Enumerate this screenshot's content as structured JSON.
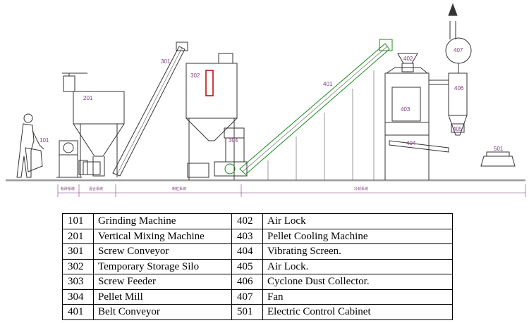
{
  "diagram": {
    "labels": [
      "101",
      "201",
      "301",
      "302",
      "304",
      "401",
      "402",
      "403",
      "404",
      "405",
      "406",
      "407",
      "501"
    ],
    "section_labels": [
      "粉碎系统",
      "混合系统",
      "制粒系统",
      "冷却系统"
    ]
  },
  "legend": {
    "rows": [
      {
        "left_code": "101",
        "left_name": "Grinding Machine",
        "right_code": "402",
        "right_name": "Air Lock"
      },
      {
        "left_code": "201",
        "left_name": "Vertical Mixing Machine",
        "right_code": "403",
        "right_name": "Pellet Cooling Machine"
      },
      {
        "left_code": "301",
        "left_name": "Screw Conveyor",
        "right_code": "404",
        "right_name": "Vibrating Screen."
      },
      {
        "left_code": "302",
        "left_name": "Temporary Storage Silo",
        "right_code": "405",
        "right_name": "Air Lock."
      },
      {
        "left_code": "303",
        "left_name": "Screw Feeder",
        "right_code": "406",
        "right_name": "Cyclone Dust Collector."
      },
      {
        "left_code": "304",
        "left_name": "Pellet Mill",
        "right_code": "407",
        "right_name": "Fan"
      },
      {
        "left_code": "401",
        "left_name": "Belt Conveyor",
        "right_code": "501",
        "right_name": "Electric Control Cabinet"
      }
    ]
  }
}
